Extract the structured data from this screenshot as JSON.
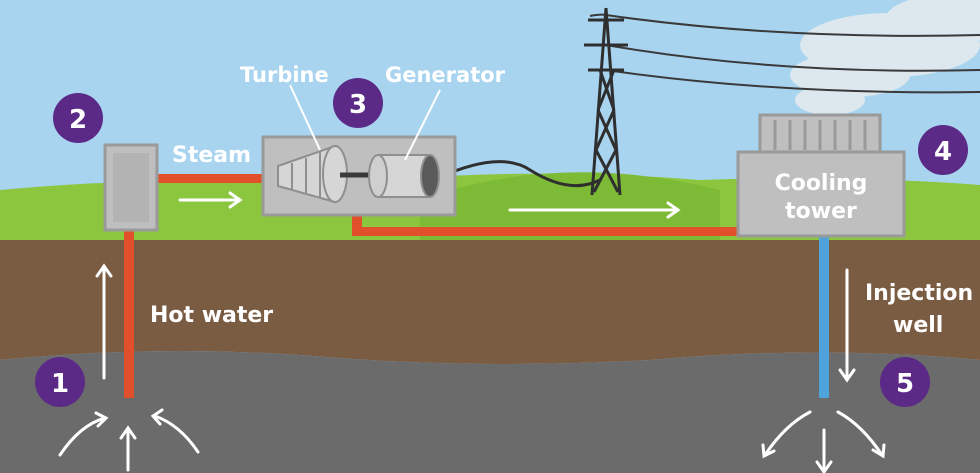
{
  "labels": {
    "turbine": "Turbine",
    "generator": "Generator",
    "steam": "Steam",
    "hot_water": "Hot water",
    "cooling_tower_line1": "Cooling",
    "cooling_tower_line2": "tower",
    "injection_well_line1": "Injection",
    "injection_well_line2": "well"
  },
  "badges": [
    "1",
    "2",
    "3",
    "4",
    "5"
  ],
  "colors": {
    "sky": "#a9d4f0",
    "grass": "#8cc63f",
    "soil": "#7a5c43",
    "rock": "#6b6b6b",
    "hot_pipe": "#e2502b",
    "cold_pipe": "#4fa3dc",
    "badge": "#5b2a86",
    "equipment": "#bfbfbf"
  }
}
